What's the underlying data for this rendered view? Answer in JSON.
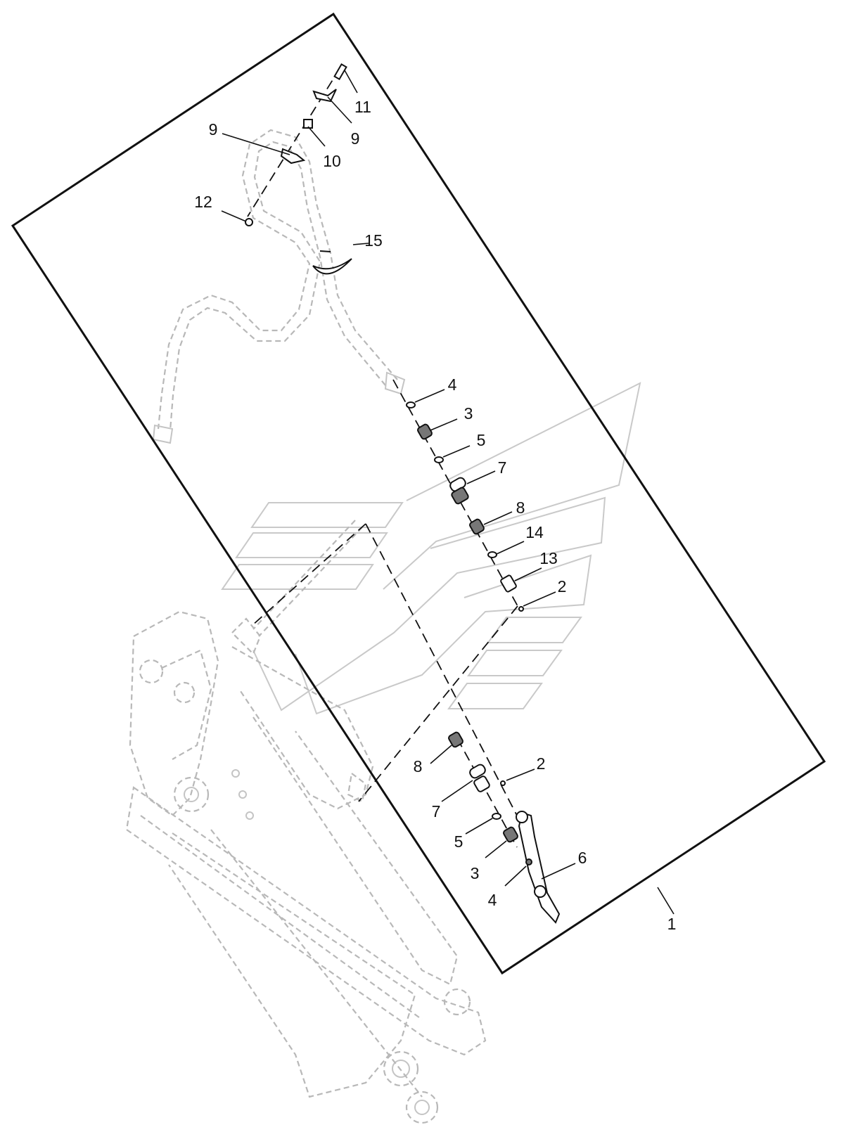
{
  "diagram": {
    "callouts": [
      "1",
      "2",
      "2",
      "3",
      "3",
      "4",
      "4",
      "5",
      "5",
      "6",
      "7",
      "7",
      "8",
      "8",
      "9",
      "9",
      "10",
      "11",
      "12",
      "13",
      "14",
      "15"
    ]
  },
  "colors": {
    "line": "#111111",
    "ghost": "#b8b8b8",
    "background": "#ffffff"
  }
}
